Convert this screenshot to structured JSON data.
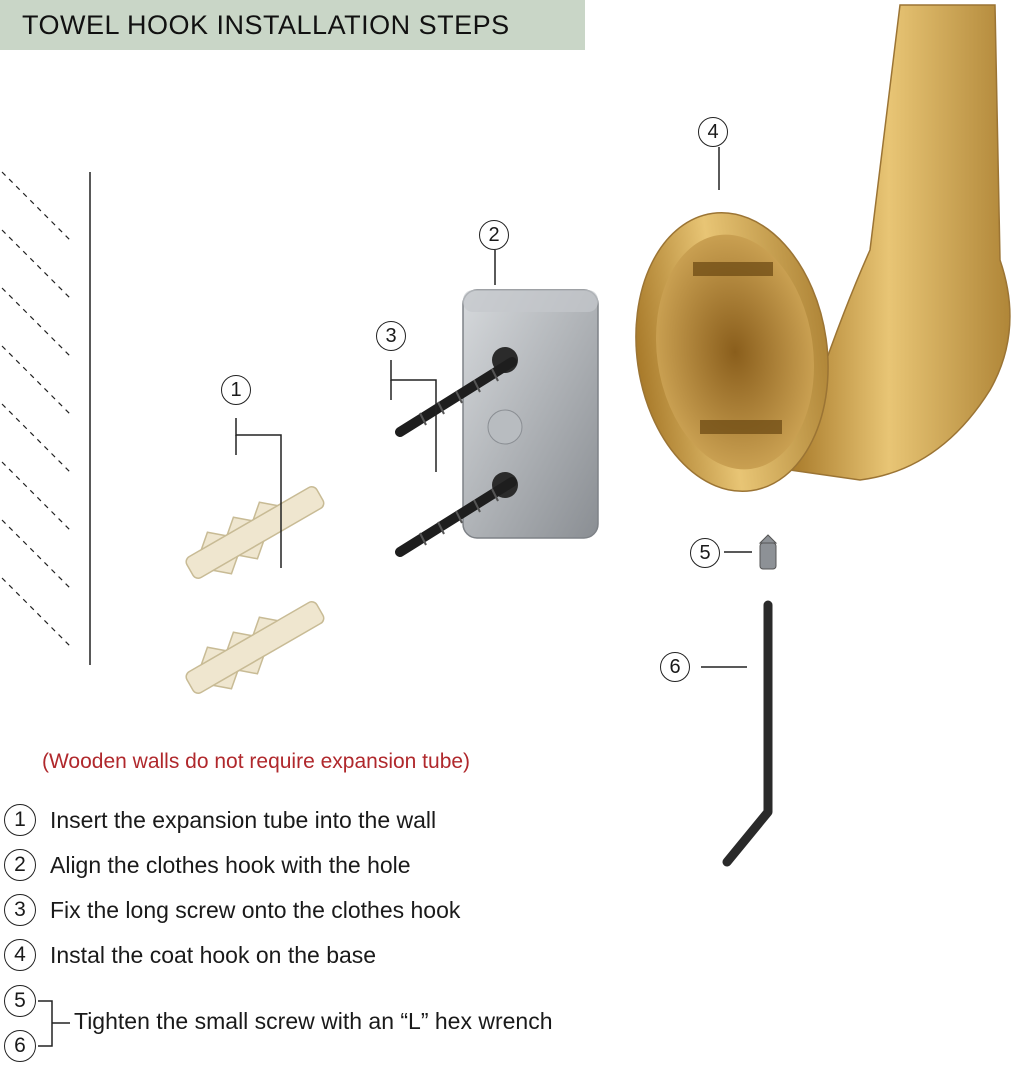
{
  "title": "TOWEL HOOK INSTALLATION STEPS",
  "callouts": [
    "1",
    "2",
    "3",
    "4",
    "5",
    "6"
  ],
  "note": "(Wooden walls do not require expansion tube)",
  "steps": [
    {
      "num": "1",
      "text": "Insert the expansion tube into the wall"
    },
    {
      "num": "2",
      "text": "Align the clothes hook with the hole"
    },
    {
      "num": "3",
      "text": "Fix the long screw onto the clothes hook"
    },
    {
      "num": "4",
      "text": "Instal the coat hook on the base"
    }
  ],
  "combined_step": {
    "nums": [
      "5",
      "6"
    ],
    "text": "Tighten the small screw with an “L” hex wrench"
  },
  "colors": {
    "title_bg": "#c9d6c7",
    "note": "#b0282c",
    "gold": "#c9a04a",
    "steel": "#9a9ea3"
  }
}
